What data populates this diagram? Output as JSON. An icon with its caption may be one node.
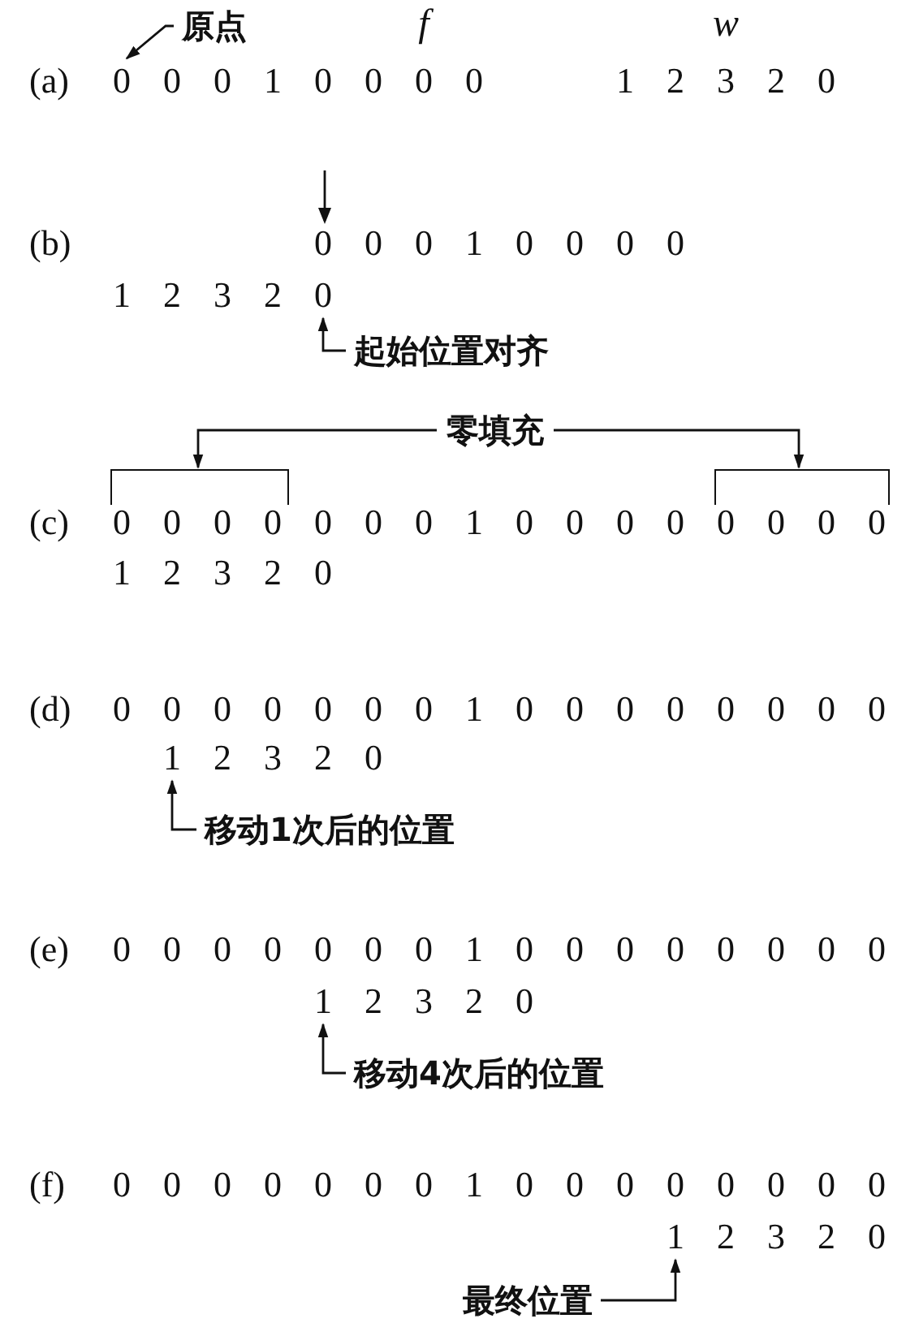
{
  "diagram": {
    "nodes": [
      {
        "text": [
          "原点"
        ]
      },
      {
        "text": [
          "0 0 0 1 0 0 0 0"
        ]
      },
      {
        "text": [
          "1 2 3 2 0"
        ]
      },
      {
        "text": [
          "起始位置对齐"
        ]
      },
      {
        "text": [
          "零填充"
        ]
      },
      {
        "text": [],
        "shape": "bracket"
      },
      {
        "text": [],
        "shape": "bracket"
      },
      {
        "text": [
          "1 2 3 2 0"
        ]
      },
      {
        "text": [
          "移动1次后的位置"
        ]
      },
      {
        "text": [
          "1 2 3 2 0"
        ]
      },
      {
        "text": [
          "移动4次后的位置"
        ]
      },
      {
        "text": [
          "1 2 3 2 0"
        ]
      },
      {
        "text": [
          "最终位置"
        ]
      }
    ],
    "edges": [
      {
        "from": 0,
        "to": 1,
        "arrow": "to"
      },
      {
        "from": 3,
        "to": 2,
        "arrow": "to"
      },
      {
        "from": 4,
        "to": 5,
        "arrow": "to"
      },
      {
        "from": 4,
        "to": 6,
        "arrow": "to"
      },
      {
        "from": 8,
        "to": 7,
        "arrow": "to"
      },
      {
        "from": 10,
        "to": 9,
        "arrow": "to"
      },
      {
        "from": 12,
        "to": 11,
        "arrow": "to"
      }
    ],
    "labels": [
      "f",
      "w",
      "(a)",
      "1 2 3 2 0",
      "(b)",
      "0 0 0 1 0 0 0 0",
      "(c)",
      "0 0 0 0",
      "0 0 0 1 0 0 0 0",
      "0 0 0 0",
      "1 2 3 2 0",
      "(d)",
      "0 0 0 0 0 0 0 1 0 0 0 0 0 0 0 0",
      "(e)",
      "0 0 0 0 0 0 0 1 0 0 0 0 0 0 0 0",
      "(f)",
      "0 0 0 0 0 0 0 1 0 0 0 0 0 0 0 0"
    ]
  }
}
